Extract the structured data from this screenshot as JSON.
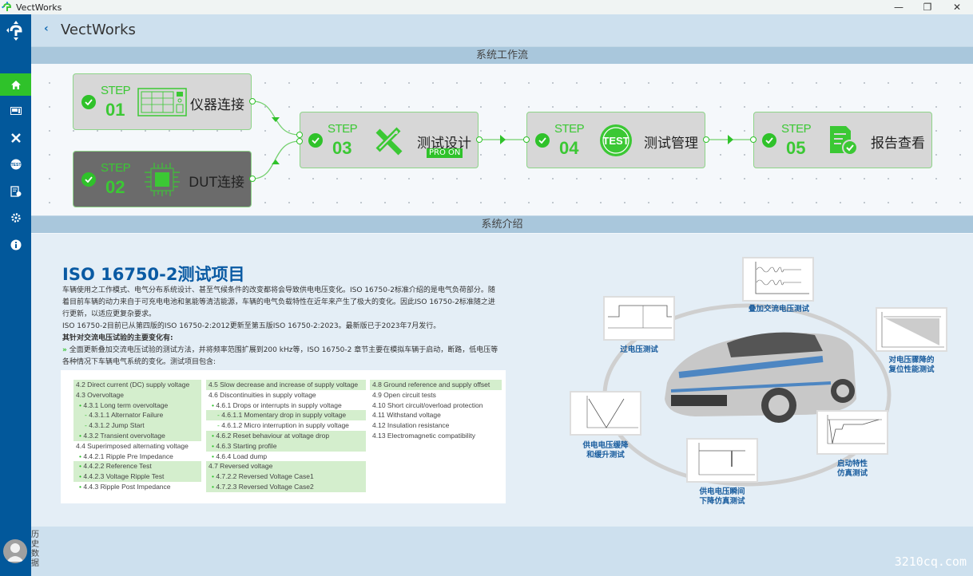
{
  "window": {
    "app_title": "VectWorks",
    "minimize": "—",
    "restore": "❐",
    "close": "✕"
  },
  "header": {
    "back": "‹",
    "title": "VectWorks"
  },
  "sidebar": {
    "items": [
      {
        "name": "home",
        "icon": "home-icon",
        "active": true
      },
      {
        "name": "instrument",
        "icon": "instrument-icon",
        "active": false
      },
      {
        "name": "design",
        "icon": "tools-icon",
        "active": false
      },
      {
        "name": "test",
        "icon": "test-icon",
        "active": false
      },
      {
        "name": "report",
        "icon": "report-icon",
        "active": false
      },
      {
        "name": "settings",
        "icon": "gear-wrench-icon",
        "active": false
      },
      {
        "name": "info",
        "icon": "info-icon",
        "active": false
      }
    ],
    "history_label": "历史数据"
  },
  "workflow": {
    "section_title": "系统工作流",
    "steps": [
      {
        "step_word": "STEP",
        "number": "01",
        "label": "仪器连接",
        "icon": "instrument-icon"
      },
      {
        "step_word": "STEP",
        "number": "02",
        "label": "DUT连接",
        "icon": "chip-icon"
      },
      {
        "step_word": "STEP",
        "number": "03",
        "label": "测试设计",
        "icon": "pencil-ruler-icon",
        "badge": "PRO ON"
      },
      {
        "step_word": "STEP",
        "number": "04",
        "label": "测试管理",
        "icon": "test-badge-icon",
        "icon_text": "TEST"
      },
      {
        "step_word": "STEP",
        "number": "05",
        "label": "报告查看",
        "icon": "report-check-icon"
      }
    ]
  },
  "intro": {
    "section_title": "系统介绍",
    "heading": "ISO 16750-2测试项目",
    "paragraph1": "车辆使用之工作模式、电气分布系统设计、甚至气候条件的改变都将会导致供电电压变化。ISO 16750-2标准介绍的是电气负荷部分。随着目前车辆的动力来自于可充电电池和氢能等清洁能源，车辆的电气负载特性在近年来产生了极大的变化。因此ISO 16750-2标准随之进行更新，以适应更复杂要求。",
    "paragraph2": "ISO 16750-2目前已从第四版的ISO 16750-2:2012更新至第五版ISO 16750-2:2023。最新版已于2023年7月发行。",
    "changes_title": "其针对交流电压试验的主要变化有:",
    "bullet_marker": "»",
    "bullet": "全面更新叠加交流电压试验的测试方法，并将频率范围扩展到200 kHz等，ISO 16750-2 章节主要在模拟车辆于启动，断路，低电压等各种情况下车辆电气系统的变化。测试项目包含:",
    "columns": [
      [
        {
          "text": "4.2 Direct current (DC) supply voltage",
          "hl": true
        },
        {
          "text": "4.3 Overvoltage",
          "hl": true
        },
        {
          "text": "• 4.3.1 Long term overvoltage",
          "hl": true
        },
        {
          "text": "  - 4.3.1.1 Alternator Failure",
          "hl": true
        },
        {
          "text": "  - 4.3.1.2 Jump Start",
          "hl": true
        },
        {
          "text": "• 4.3.2 Transient overvoltage",
          "hl": true
        },
        {
          "text": "4.4 Superimposed alternating voltage",
          "hl": false
        },
        {
          "text": "• 4.4.2.1 Ripple Pre Impedance",
          "hl": false
        },
        {
          "text": "• 4.4.2.2 Reference Test",
          "hl": true
        },
        {
          "text": "• 4.4.2.3 Voltage Ripple Test",
          "hl": true
        },
        {
          "text": "• 4.4.3 Ripple Post Impedance",
          "hl": false
        }
      ],
      [
        {
          "text": "4.5 Slow decrease and increase of supply voltage",
          "hl": true
        },
        {
          "text": "4.6 Discontinuities in supply voltage",
          "hl": false
        },
        {
          "text": "• 4.6.1 Drops or interrupts in supply voltage",
          "hl": false
        },
        {
          "text": "  - 4.6.1.1 Momentary drop in supply voltage",
          "hl": true
        },
        {
          "text": "  - 4.6.1.2 Micro interruption in supply voltage",
          "hl": false
        },
        {
          "text": "• 4.6.2 Reset behaviour at voltage drop",
          "hl": true
        },
        {
          "text": "• 4.6.3 Starting profile",
          "hl": true
        },
        {
          "text": "• 4.6.4 Load dump",
          "hl": false
        },
        {
          "text": "4.7 Reversed voltage",
          "hl": true
        },
        {
          "text": "• 4.7.2.2 Reversed Voltage Case1",
          "hl": true
        },
        {
          "text": "• 4.7.2.3 Reversed Voltage Case2",
          "hl": true
        }
      ],
      [
        {
          "text": "4.8 Ground reference and supply offset",
          "hl": true
        },
        {
          "text": "4.9 Open circuit tests",
          "hl": false
        },
        {
          "text": "4.10 Short circuit/overload protection",
          "hl": false
        },
        {
          "text": "4.11 Withstand voltage",
          "hl": false
        },
        {
          "text": "4.12 Insulation resistance",
          "hl": false
        },
        {
          "text": "4.13 Electromagnetic compatibility",
          "hl": false
        }
      ]
    ],
    "diagram_labels": {
      "superimposed_ac": "叠加交流电压测试",
      "overvoltage": "过电压测试",
      "reset": "对电压骤降的\n复位性能测试",
      "slow_change": "供电电压缓降\n和缓升测试",
      "momentary_drop": "供电电压瞬间\n下降仿真测试",
      "starting": "启动特性\n仿真测试"
    }
  },
  "watermark": "3210cq.com",
  "colors": {
    "sidebar": "#02589b",
    "accent_green": "#2fc22a",
    "heading_blue": "#0a5aa3",
    "section_bar": "#a9c7dc"
  }
}
